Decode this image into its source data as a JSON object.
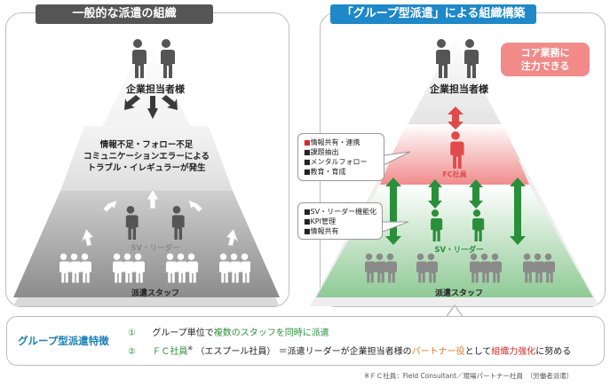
{
  "left": {
    "header": "一般的な派遣の組織",
    "manager_label": "企業担当者様",
    "problem_lines": [
      "情報不足・フォロー不足",
      "コミュニケーションエラーによる",
      "トラブル・イレギュラーが発生"
    ],
    "sv_label": "SV・リーダー",
    "staff_label": "派遣スタッフ"
  },
  "right": {
    "header": "「グループ型派遣」による組織構築",
    "manager_label": "企業担当者様",
    "badge_lines": [
      "コア業務に",
      "注力できる"
    ],
    "fc_label": "FC社員",
    "sv_label": "SV・リーダー",
    "staff_label": "派遣スタッフ",
    "fc_notes": [
      "■情報共有・連携",
      "■課題抽出",
      "■メンタルフォロー",
      "■教育・育成"
    ],
    "sv_notes": [
      "■SV・リーダー機能化",
      "■KPI管理",
      "■情報共有"
    ]
  },
  "features": {
    "title": "グループ型派遣特徴",
    "item1_num": "①",
    "item1_pre": "グループ単位で",
    "item1_hl": "複数のスタッフを同時に派遣",
    "item2_num": "②",
    "item2_fc": "ＦＣ社員",
    "item2_sup": "※",
    "item2_paren": "（エスプール社員）",
    "item2_mid": "＝派遣リーダーが企業担当者様の",
    "item2_hl1": "パートナー役",
    "item2_mid2": "として",
    "item2_hl2": "組織力強化",
    "item2_post": "に努める"
  },
  "footnote": "※ＦＣ社員：Field Consultant／現場パートナー社員　（労働者派遣）",
  "colors": {
    "left_header_bg": "#555555",
    "right_header_bg": "#1e88c8",
    "fc_red": "#e04a4a",
    "sv_green": "#2a8f3a",
    "badge": "#f28a8a",
    "title_blue": "#1a7fb5"
  }
}
